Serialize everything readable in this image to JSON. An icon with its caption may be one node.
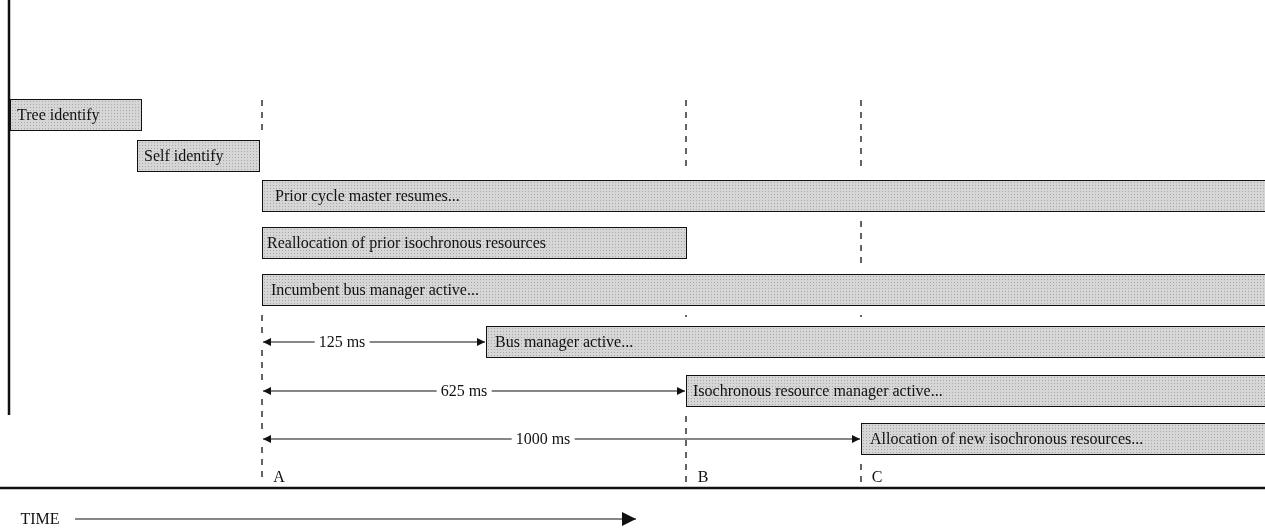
{
  "diagram": {
    "nodes": [
      {
        "text": [
          "Tree identify"
        ]
      },
      {
        "text": [
          "Self identify"
        ]
      },
      {
        "text": [
          "Prior cycle master resumes..."
        ]
      },
      {
        "text": [
          "Reallocation of prior isochronous resources"
        ]
      },
      {
        "text": [
          "Incumbent bus manager active..."
        ]
      },
      {
        "text": [
          "Bus manager active..."
        ]
      },
      {
        "text": [
          "Isochronous resource manager active..."
        ]
      },
      {
        "text": [
          "Allocation of new isochronous resources..."
        ]
      }
    ],
    "labels": [
      "125 ms",
      "625 ms",
      "1000 ms",
      "A",
      "B",
      "C",
      "TIME"
    ]
  }
}
